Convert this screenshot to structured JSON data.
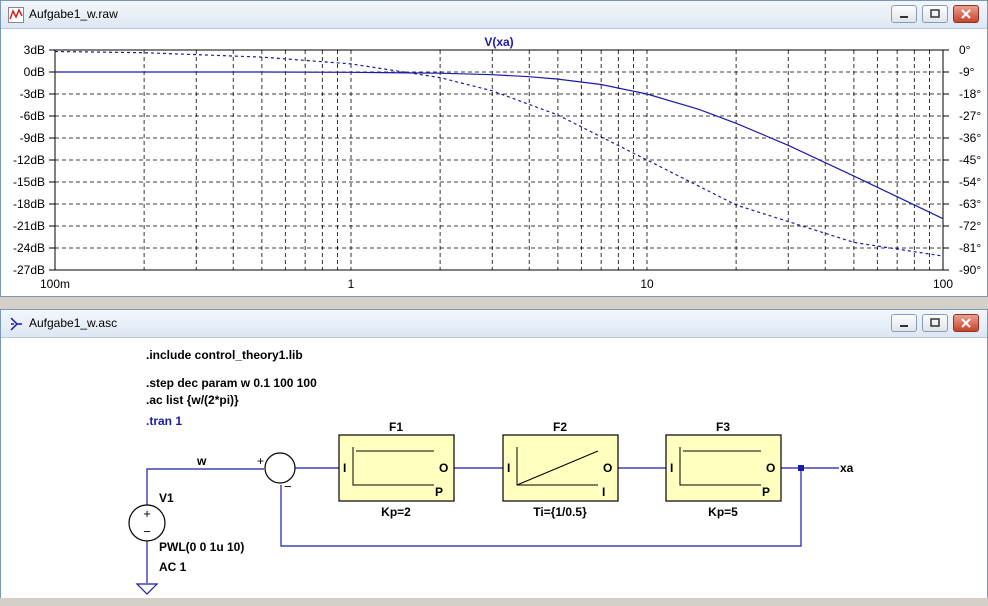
{
  "plot_window": {
    "title": "Aufgabe1_w.raw",
    "trace_label": "V(xa)",
    "left_ticks": [
      "3dB",
      "0dB",
      "-3dB",
      "-6dB",
      "-9dB",
      "-12dB",
      "-15dB",
      "-18dB",
      "-21dB",
      "-24dB",
      "-27dB"
    ],
    "right_ticks": [
      "0°",
      "-9°",
      "-18°",
      "-27°",
      "-36°",
      "-45°",
      "-54°",
      "-63°",
      "-72°",
      "-81°",
      "-90°"
    ],
    "x_ticks": [
      "100m",
      "1",
      "10",
      "100"
    ]
  },
  "chart_data": {
    "type": "line",
    "title": "V(xa)",
    "xscale": "log",
    "xlim": [
      0.1,
      100
    ],
    "ylim_left": [
      -27,
      3
    ],
    "ylim_right": [
      -90,
      0
    ],
    "grid": true,
    "series": [
      {
        "name": "V(xa)",
        "axis": "left",
        "style": "solid",
        "x": [
          0.1,
          0.2,
          0.5,
          1,
          2,
          3,
          4,
          5,
          7,
          10,
          15,
          20,
          30,
          50,
          70,
          100
        ],
        "y": [
          0,
          0,
          0,
          -0.04,
          -0.17,
          -0.37,
          -0.64,
          -0.97,
          -1.7,
          -3.0,
          -5.1,
          -7.0,
          -10.0,
          -14.2,
          -17.0,
          -20.0
        ]
      },
      {
        "name": "",
        "axis": "right",
        "style": "dashed",
        "x": [
          0.1,
          0.2,
          0.5,
          1,
          2,
          3,
          5,
          10,
          20,
          50,
          100
        ],
        "y": [
          -0.6,
          -1.1,
          -2.9,
          -5.7,
          -11.3,
          -16.7,
          -26.6,
          -45,
          -63.4,
          -78.7,
          -84.3
        ]
      }
    ]
  },
  "schematic_window": {
    "title": "Aufgabe1_w.asc",
    "directives": [
      ".include control_theory1.lib",
      ".step dec param w 0.1 100 100",
      ".ac list {w/(2*pi)}",
      ".tran 1"
    ],
    "net_w": "w",
    "net_xa": "xa",
    "sum_plus": "+",
    "sum_minus": "−",
    "blocks": [
      {
        "name": "F1",
        "param": "Kp=2",
        "in": "I",
        "out": "O",
        "bottom": "P"
      },
      {
        "name": "F2",
        "param": "Ti={1/0.5}",
        "in": "I",
        "out": "O",
        "bottom": "I"
      },
      {
        "name": "F3",
        "param": "Kp=5",
        "in": "I",
        "out": "O",
        "bottom": "P"
      }
    ],
    "source": {
      "name": "V1",
      "value": "PWL(0 0 1u 10)",
      "ac": "AC 1",
      "plus": "+",
      "minus": "−"
    }
  },
  "colors": {
    "trace": "#1a1aa8",
    "wire": "#1a1aa8",
    "block_fill": "#ffffbf",
    "grid": "#000000"
  }
}
